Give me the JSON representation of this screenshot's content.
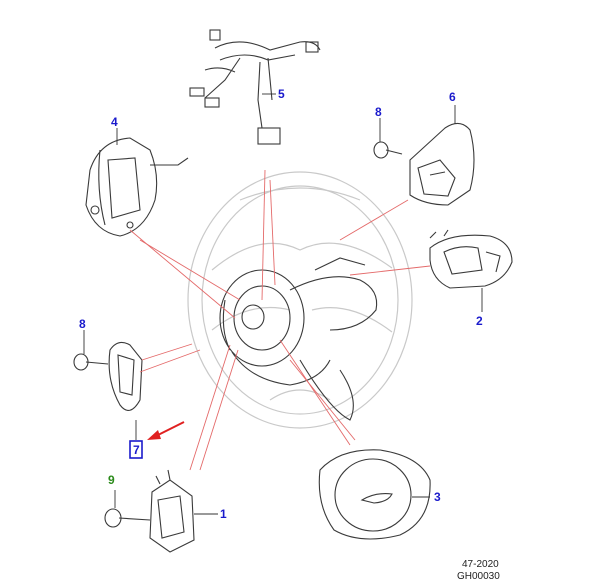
{
  "colors": {
    "callout_default": "#1a1acc",
    "callout_fastener_green": "#2a8a1a",
    "leader_red": "#e46a6a",
    "arrow_red": "#e02020",
    "highlight_box": "#1a1acc"
  },
  "callouts": [
    {
      "id": "1",
      "label": "1",
      "color_key": "callout_default"
    },
    {
      "id": "2",
      "label": "2",
      "color_key": "callout_default"
    },
    {
      "id": "3",
      "label": "3",
      "color_key": "callout_default"
    },
    {
      "id": "4",
      "label": "4",
      "color_key": "callout_default"
    },
    {
      "id": "5",
      "label": "5",
      "color_key": "callout_default"
    },
    {
      "id": "6",
      "label": "6",
      "color_key": "callout_default"
    },
    {
      "id": "7",
      "label": "7",
      "color_key": "callout_default"
    },
    {
      "id": "8a",
      "label": "8",
      "color_key": "callout_default"
    },
    {
      "id": "8b",
      "label": "8",
      "color_key": "callout_default"
    },
    {
      "id": "9",
      "label": "9",
      "color_key": "callout_fastener_green"
    }
  ],
  "footer": {
    "date_code": "47-2020",
    "drawing_code": "GH00030"
  }
}
